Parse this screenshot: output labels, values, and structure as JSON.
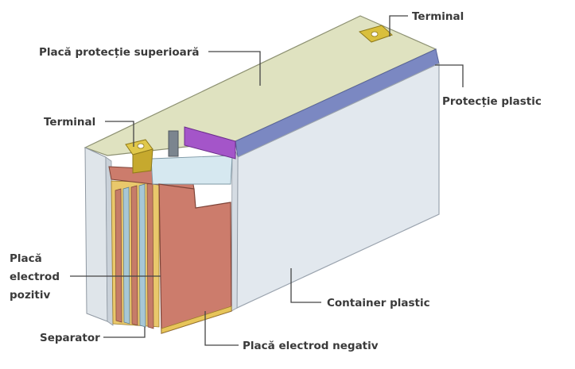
{
  "diagram": {
    "labels": {
      "terminal_top": "Terminal",
      "top_cover": "Placă protecție superioară",
      "plastic_cover": "Protecție plastic",
      "terminal_left": "Terminal",
      "positive_plate": "Placă electrod pozitiv",
      "positive_plate_line1": "Placă",
      "positive_plate_line2": "electrod",
      "positive_plate_line3": "pozitiv",
      "separator": "Separator",
      "container": "Container plastic",
      "negative_plate": "Placă electrod negativ"
    },
    "colors": {
      "top_face": "#dfe2c0",
      "side_face": "#e2e8ee",
      "lid_band": "#7b88c2",
      "negative_plate": "#cc7c6c",
      "terminal": "#d9bf3c",
      "purple_block": "#a455c9"
    }
  }
}
